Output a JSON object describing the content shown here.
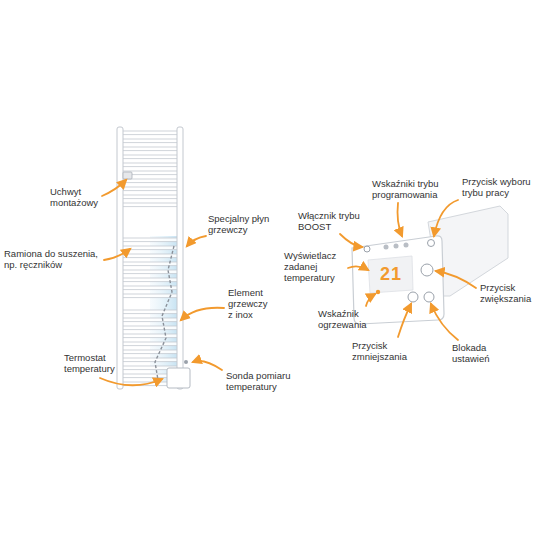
{
  "diagram": {
    "labels": [
      "Uchwyt montażowy",
      "Specjalny płyn grzewczy",
      "Ramiona do suszenia, np. ręczników",
      "Element grzewczy z inox",
      "Termostat temperatury",
      "Sonda pomiaru temperatury",
      "Wskaźniki trybu programowania",
      "Przycisk wyboru trybu pracy",
      "Włącznik trybu BOOST",
      "Wyświetlacz zadanej temperatury",
      "Przycisk zwiększania",
      "Wskaźnik ogrzewania",
      "Przycisk zmniejszania",
      "Blokada ustawień",
      "21"
    ]
  }
}
